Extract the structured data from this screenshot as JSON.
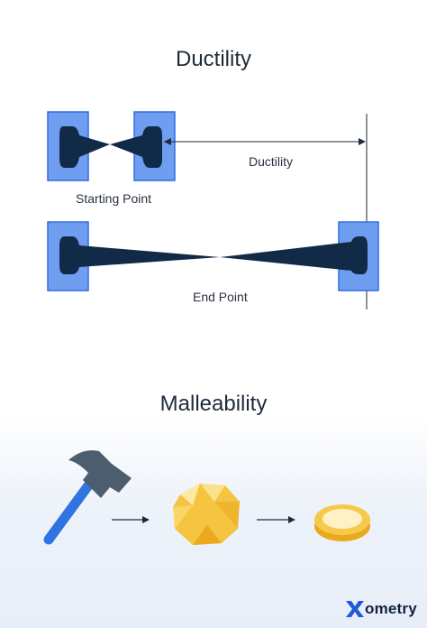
{
  "ductility": {
    "title": "Ductility",
    "measure_label": "Ductility",
    "start_label": "Starting Point",
    "end_label": "End Point"
  },
  "malleability": {
    "title": "Malleability",
    "sequence": [
      "hammer-icon",
      "arrow-icon",
      "gold-nugget-icon",
      "arrow-icon",
      "gold-coin-icon"
    ]
  },
  "brand": {
    "name": "Xometry",
    "rest": "ometry",
    "logo_color": "#132241",
    "x_color": "#1f5bd8"
  },
  "colors": {
    "clamp": "#6f9df0",
    "clamp_border": "#2f6fe0",
    "specimen": "#112a47",
    "gold": "#f7c94a",
    "hammer_handle": "#2f74e0",
    "hammer_head": "#4b5d6e"
  }
}
